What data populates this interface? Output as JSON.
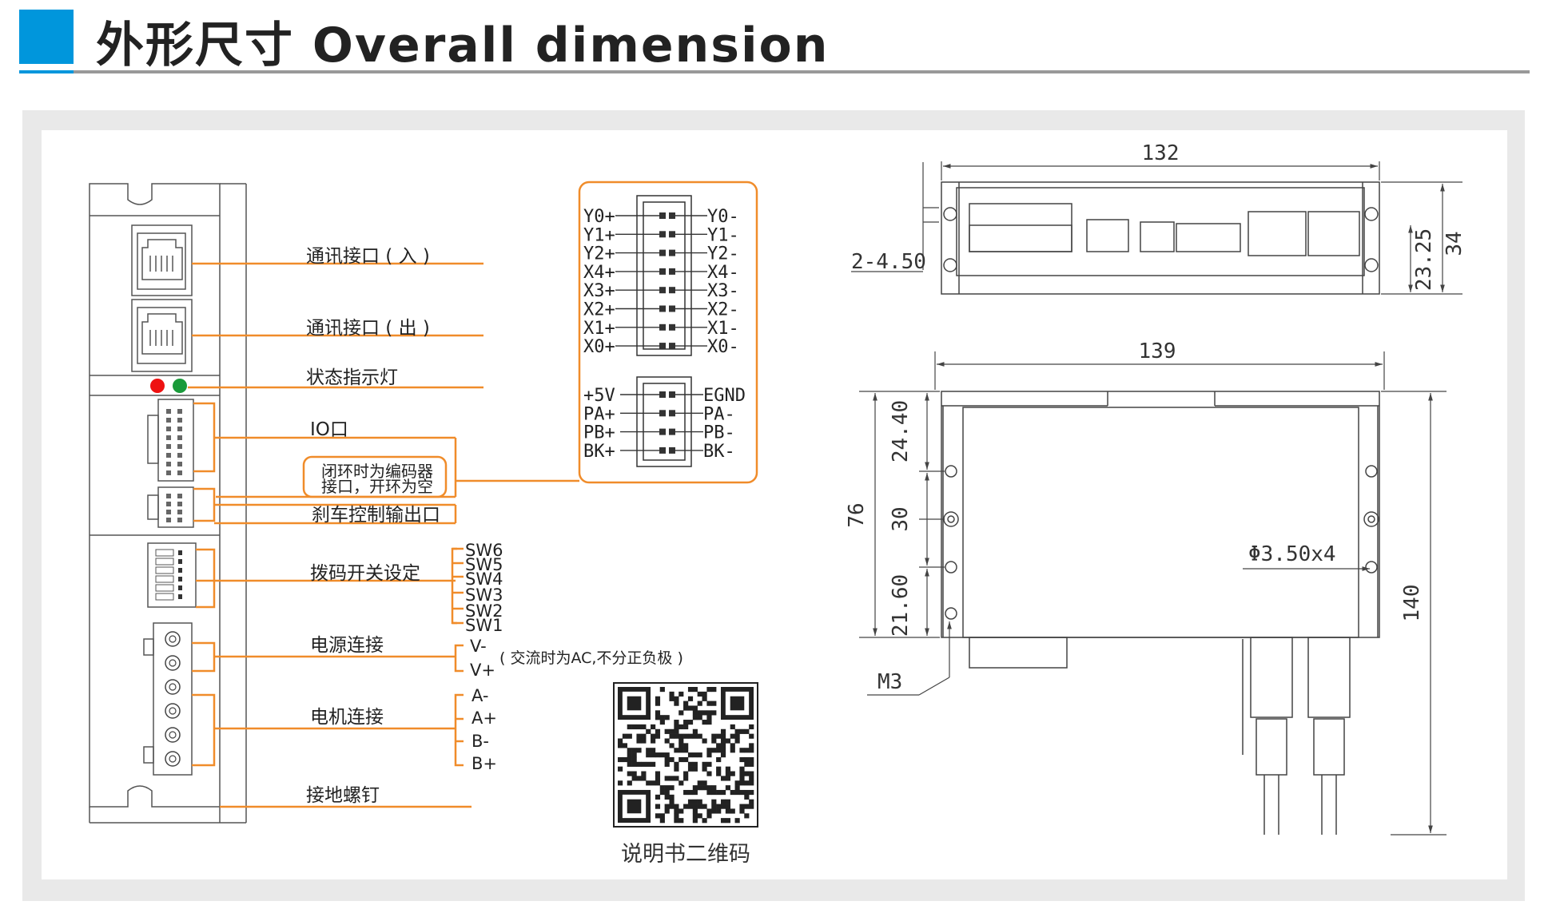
{
  "header": {
    "title": "外形尺寸  Overall dimension",
    "accent_color": "#0096dc"
  },
  "colors": {
    "orange": "#f08c2a",
    "line": "#555555"
  },
  "front_panel": {
    "labels": {
      "comm_in": "通讯接口 ( 入 )",
      "comm_out": "通讯接口 ( 出 )",
      "status_led": "状态指示灯",
      "io_port": "IO口",
      "encoder_note_line1": "闭环时为编码器",
      "encoder_note_line2": "接口，开环为空",
      "brake_output": "刹车控制输出口",
      "dip_switch": "拨码开关设定",
      "power": "电源连接",
      "motor": "电机连接",
      "ground": "接地螺钉"
    },
    "sw_labels": [
      "SW6",
      "SW5",
      "SW4",
      "SW3",
      "SW2",
      "SW1"
    ],
    "power_pins": [
      "V-",
      "V+"
    ],
    "power_note": "( 交流时为AC,不分正负极 )",
    "motor_pins": [
      "A-",
      "A+",
      "B-",
      "B+"
    ]
  },
  "io_pinout": {
    "left": [
      "Y0+",
      "Y1+",
      "Y2+",
      "X4+",
      "X3+",
      "X2+",
      "X1+",
      "X0+"
    ],
    "right": [
      "Y0-",
      "Y1-",
      "Y2-",
      "X4-",
      "X3-",
      "X2-",
      "X1-",
      "X0-"
    ],
    "enc_left": [
      "+5V",
      "PA+",
      "PB+",
      "BK+"
    ],
    "enc_right": [
      "EGND",
      "PA-",
      "PB-",
      "BK-"
    ]
  },
  "qr": {
    "caption": "说明书二维码"
  },
  "dimensions": {
    "top_width": "132",
    "hole": "2-4.50",
    "height_total": "34",
    "height_inner": "23.25",
    "bottom_width": "139",
    "d1": "24.40",
    "d2": "30",
    "d3": "21.60",
    "d_left": "76",
    "length": "140",
    "holes_diam": "Φ3.50x4",
    "screw": "M3"
  }
}
